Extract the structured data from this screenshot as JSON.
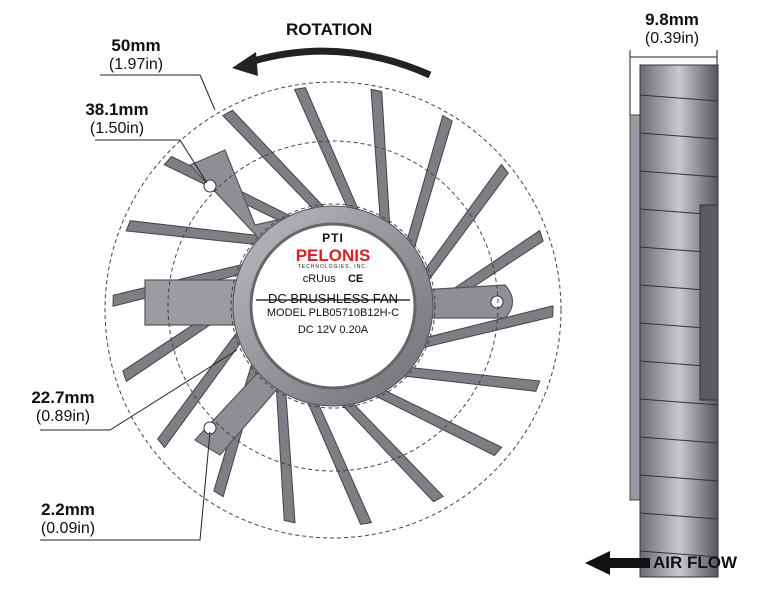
{
  "title_rotation": "ROTATION",
  "airflow": "AIR FLOW",
  "dimensions": {
    "outer": {
      "mm": "50mm",
      "in": "(1.97in)"
    },
    "mount": {
      "mm": "38.1mm",
      "in": "(1.50in)"
    },
    "hub": {
      "mm": "22.7mm",
      "in": "(0.89in)"
    },
    "hole": {
      "mm": "2.2mm",
      "in": "(0.09in)"
    },
    "thickness": {
      "mm": "9.8mm",
      "in": "(0.39in)"
    }
  },
  "fan_label": {
    "brand_top": "PTI",
    "brand": "PELONIS",
    "brand_sub": "TECHNOLOGIES, INC.",
    "cert1": "cRUus",
    "cert2": "CE",
    "line1": "DC BRUSHLESS FAN",
    "line2": "MODEL PLB05710B12H-C",
    "line3": "DC 12V   0.20A"
  },
  "colors": {
    "brand_red": "#d8202a",
    "metal": "#8a8c91",
    "dark": "#3a3b40"
  }
}
